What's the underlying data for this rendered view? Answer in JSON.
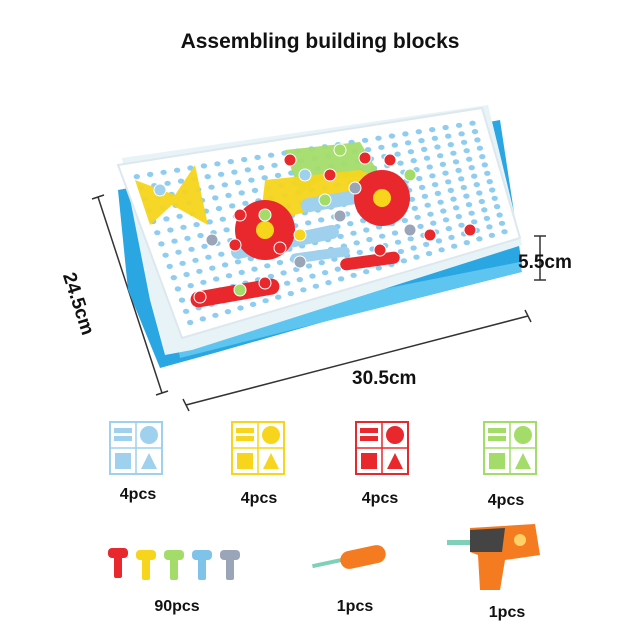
{
  "title": "Assembling building blocks",
  "dimensions": {
    "height": "24.5cm",
    "width": "30.5cm",
    "depth": "5.5cm"
  },
  "items": [
    {
      "name": "blue-parts-sheet",
      "color": "#9fd0ee",
      "caption": "4pcs"
    },
    {
      "name": "yellow-parts-sheet",
      "color": "#f6d51c",
      "caption": "4pcs"
    },
    {
      "name": "red-parts-sheet",
      "color": "#e8282c",
      "caption": "4pcs"
    },
    {
      "name": "green-parts-sheet",
      "color": "#a4dc6a",
      "caption": "4pcs"
    },
    {
      "name": "screws",
      "caption": "90pcs"
    },
    {
      "name": "screwdriver",
      "color": "#f47b20",
      "caption": "1pcs"
    },
    {
      "name": "electric-drill",
      "color": "#f47b20",
      "caption": "1pcs"
    }
  ],
  "colors": {
    "board": "#ffffff",
    "peg_hole": "#8fcdf0",
    "case_bottom": "#2aa6e3"
  }
}
